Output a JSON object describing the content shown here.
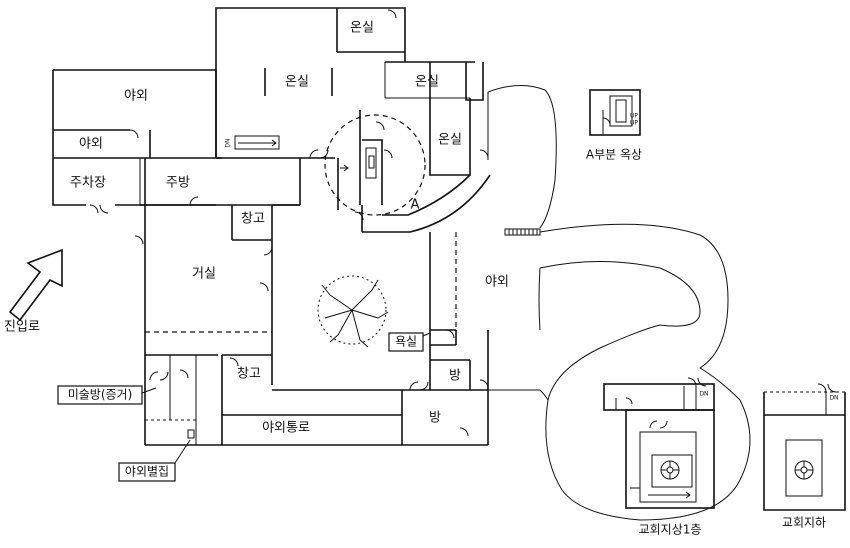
{
  "labels": {
    "ondol_top": "온실",
    "ondol_mid": "온실",
    "ondol_right": "온실",
    "ondol_far_right": "온실",
    "outdoor_top_left": "야외",
    "outdoor_left": "야외",
    "parking": "주차장",
    "kitchen": "주방",
    "storage_1": "창고",
    "living": "거실",
    "storage_2": "창고",
    "bath": "욕실",
    "room_1": "방",
    "room_2": "방",
    "outdoor_right": "야외",
    "outdoor_corridor": "야외통로",
    "area_a": "A",
    "a_rooftop": "A부분 옥상",
    "entrance": "진입로",
    "art_room": "미술방(증거)",
    "outdoor_annex": "야외별집",
    "church_ground": "교회지상1층",
    "church_basement": "교회지하",
    "dn_1": "DN",
    "dn_2": "DN",
    "dn_3": "DN",
    "up_1": "UP"
  }
}
